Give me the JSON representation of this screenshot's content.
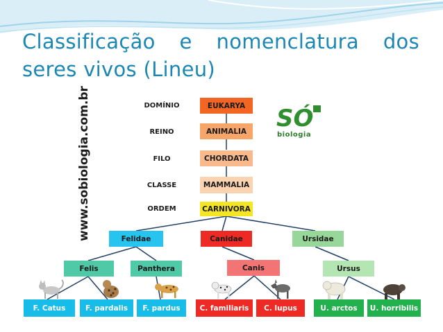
{
  "slide": {
    "title": "Classificação e nomenclatura dos seres vivos (Lineu)",
    "site_url": "www.sobiologia.com.br"
  },
  "logo": {
    "mark": "SÓ",
    "word": "biologia"
  },
  "ranks": [
    "DOMÍNIO",
    "REINO",
    "FILO",
    "CLASSE",
    "ORDEM"
  ],
  "hierarchy": [
    "EUKARYA",
    "ANIMALIA",
    "CHORDATA",
    "MAMMALIA",
    "CARNIVORA"
  ],
  "families": [
    "Felidae",
    "Canidae",
    "Ursidae"
  ],
  "genera": [
    "Felis",
    "Panthera",
    "Canis",
    "Ursus"
  ],
  "species": [
    "F. Catus",
    "F. pardalis",
    "F. pardus",
    "C. familiaris",
    "C. lupus",
    "U. arctos",
    "U. horribilis"
  ],
  "colors": {
    "title": "#1b87b5",
    "eukarya": "#f26522",
    "animalia": "#f7a66a",
    "chordata": "#f8b98c",
    "mammalia": "#fbd3b1",
    "carnivora": "#f5e623",
    "felidae": "#26c4ef",
    "canidae": "#ee2a24",
    "ursidae": "#98d79a",
    "felis": "#4fc9a6",
    "panthera": "#4fc9a6",
    "canis": "#f27474",
    "ursus": "#b4e6b4",
    "species_felid": "#17bde8",
    "species_canid": "#ee2a24",
    "species_ursid": "#22b14c",
    "logo": "#2f8f2f"
  }
}
